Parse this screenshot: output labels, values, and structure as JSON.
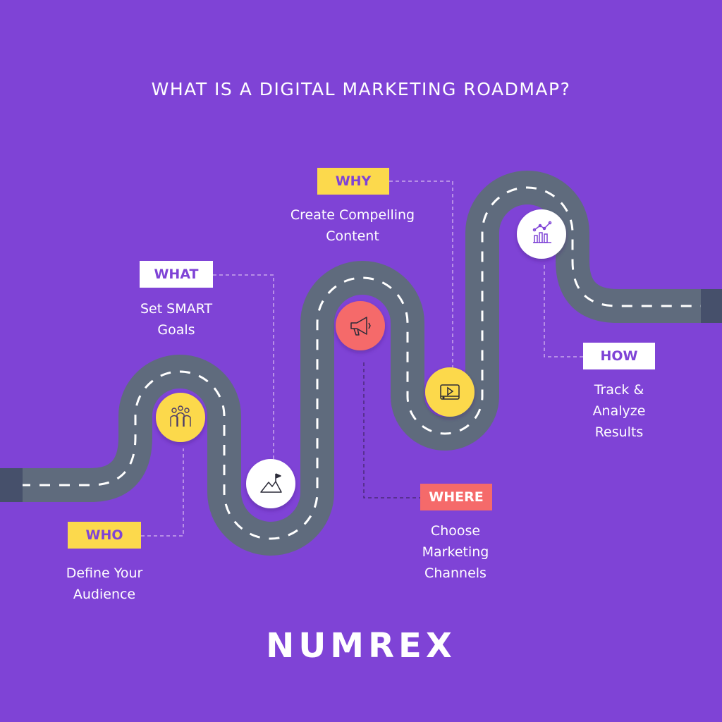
{
  "title": "WHAT IS A DIGITAL MARKETING ROADMAP?",
  "brand": "NUMREX",
  "colors": {
    "background": "#7f43d6",
    "road": "#5f6b7d",
    "road_end": "#46506b",
    "yellow": "#fcd94c",
    "coral": "#f56a6a",
    "white": "#ffffff",
    "accent": "#7f43d6"
  },
  "steps": [
    {
      "key": "who",
      "tag": "WHO",
      "lines": [
        "Define Your",
        "Audience"
      ],
      "icon": "audience-icon",
      "marker_color": "yellow"
    },
    {
      "key": "what",
      "tag": "WHAT",
      "lines": [
        "Set SMART",
        "Goals"
      ],
      "icon": "mountain-flag-icon",
      "marker_color": "white"
    },
    {
      "key": "where",
      "tag": "WHERE",
      "lines": [
        "Choose",
        "Marketing",
        "Channels"
      ],
      "icon": "megaphone-icon",
      "marker_color": "coral"
    },
    {
      "key": "why",
      "tag": "WHY",
      "lines": [
        "Create Compelling",
        "Content"
      ],
      "icon": "video-player-icon",
      "marker_color": "yellow"
    },
    {
      "key": "how",
      "tag": "HOW",
      "lines": [
        "Track &",
        "Analyze",
        "Results"
      ],
      "icon": "bar-chart-icon",
      "marker_color": "white"
    }
  ]
}
